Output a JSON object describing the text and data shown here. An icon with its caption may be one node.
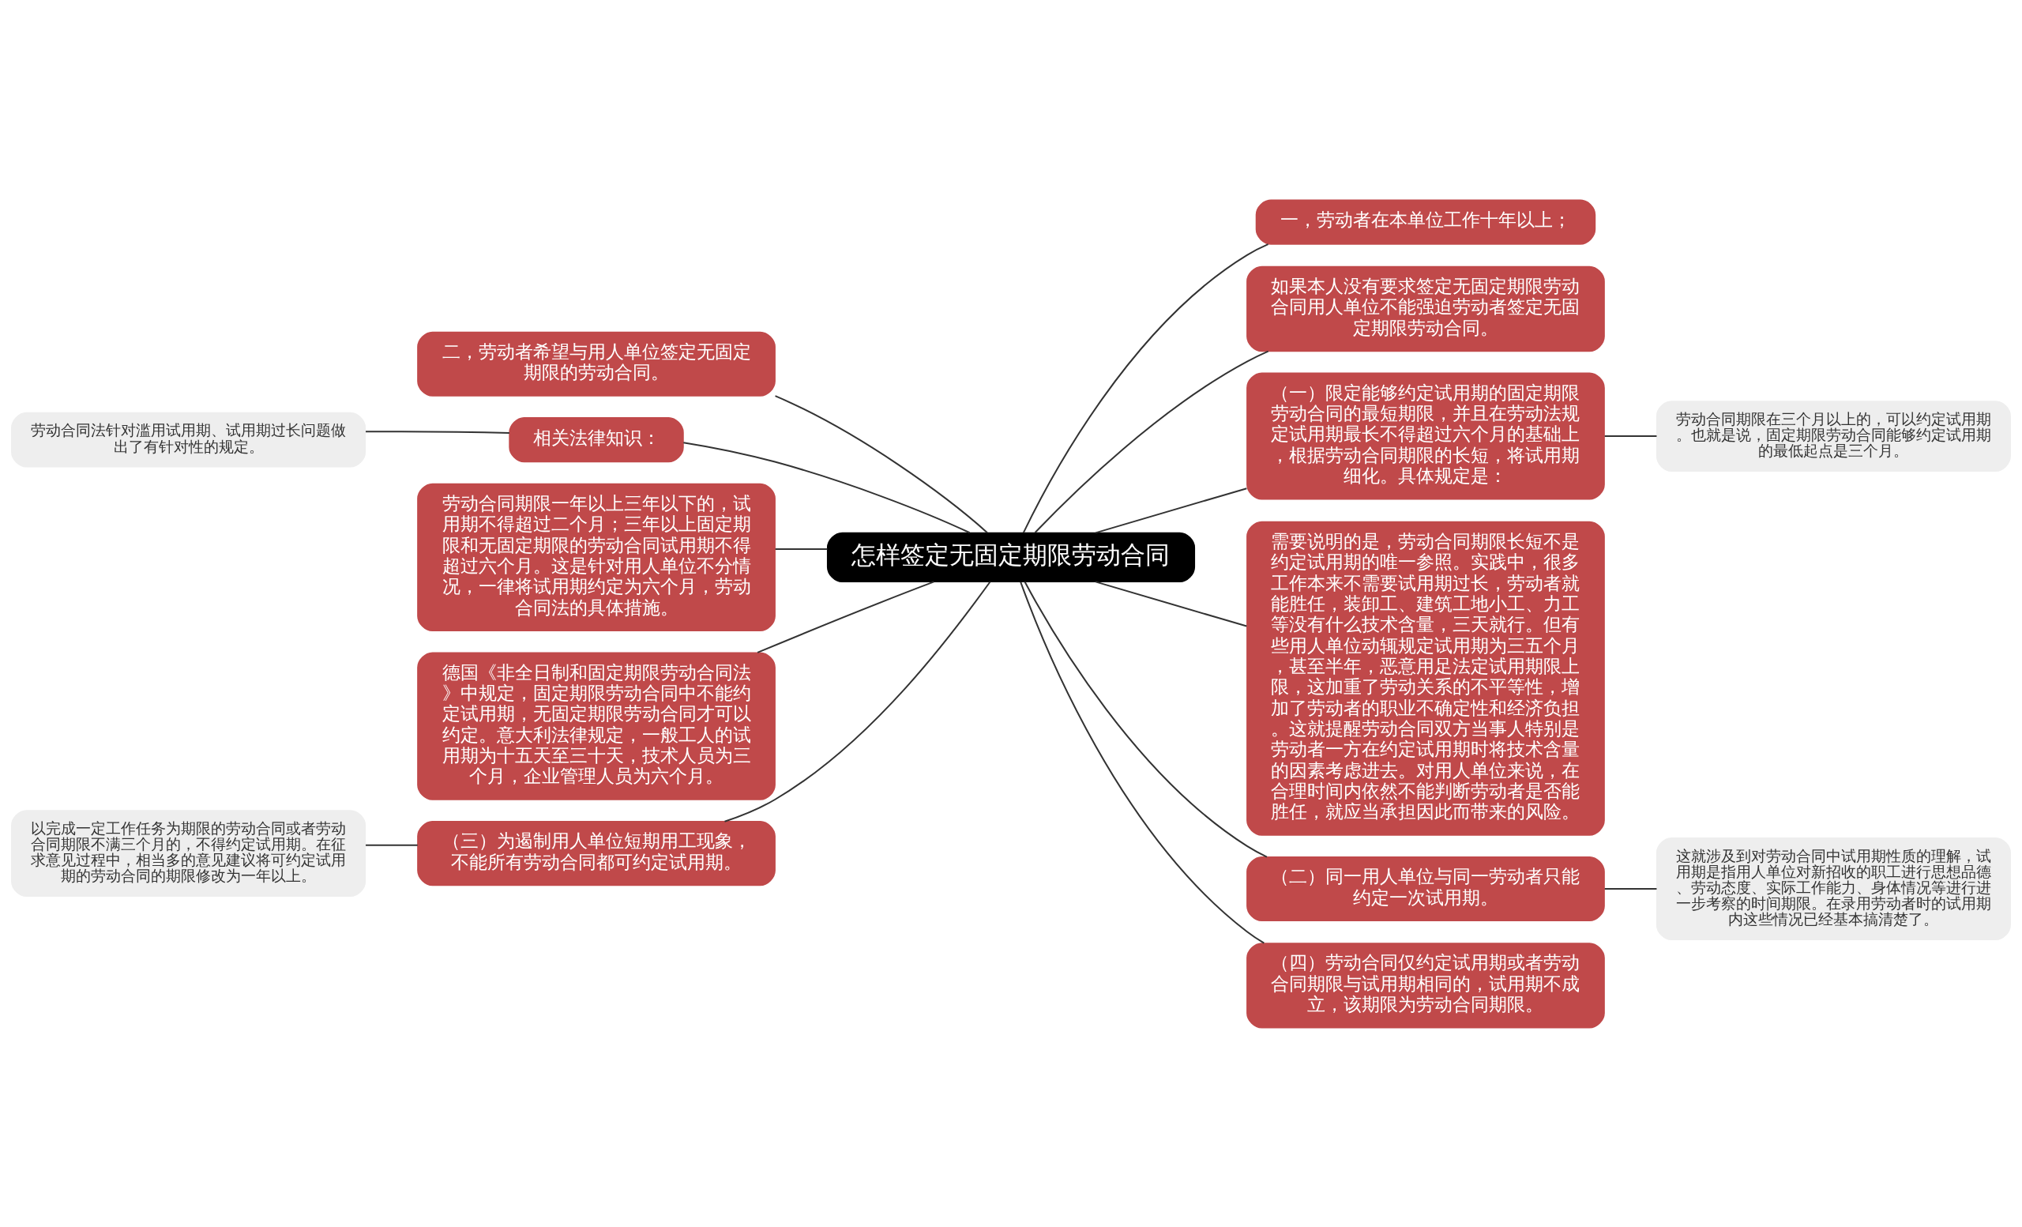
{
  "diagram": {
    "nodes": [
      {
        "text": [
          "怎样签定无固定期限劳动合同"
        ]
      },
      {
        "text": [
          "一，劳动者在本单位工作十年以上；"
        ]
      },
      {
        "text": [
          "如果本人没有要求签定无固定期限劳动合同用人单位不能强迫劳动者签定无固定期限劳动合同。"
        ]
      },
      {
        "text": [
          "（一）限定能够约定试用期的固定期限劳动合同的最短期限，并且在劳动法规定试用期最长不得超过六个月的基础上，根据劳动合同期限的长短，将试用期细化。具体规定是："
        ]
      },
      {
        "text": [
          "劳动合同期限在三个月以上的，可以约定试用期。也就是说，固定期限劳动合同能够约定试用期的最低起点是三个月。"
        ]
      },
      {
        "text": [
          "需要说明的是，劳动合同期限长短不是约定试用期的唯一参照。实践中，很多工作本来不需要试用期过长，劳动者就能胜任，装卸工、建筑工地小工、力工等没有什么技术含量，三天就行。但有些用人单位动辄规定试用期为三五个月，甚至半年，恶意用足法定试用期限上限，这加重了劳动关系的不平等性，增加了劳动者的职业不确定性和经济负担。这就提醒劳动合同双方当事人特别是劳动者一方在约定试用期时将技术含量的因素考虑进去。对用人单位来说，在合理时间内依然不能判断劳动者是否能胜任，就应当承担因此而带来的风险。"
        ]
      },
      {
        "text": [
          "（二）同一用人单位与同一劳动者只能约定一次试用期。"
        ]
      },
      {
        "text": [
          "这就涉及到对劳动合同中试用期性质的理解，试用期是指用人单位对新招收的职工进行思想品德、劳动态度、实际工作能力、身体情况等进行进一步考察的时间期限。在录用劳动者时的试用期内这些情况已经基本搞清楚了。"
        ]
      },
      {
        "text": [
          "（四）劳动合同仅约定试用期或者劳动合同期限与试用期相同的，试用期不成立，该期限为劳动合同期限。"
        ]
      },
      {
        "text": [
          "二，劳动者希望与用人单位签定无固定期限的劳动合同。"
        ]
      },
      {
        "text": [
          "相关法律知识："
        ]
      },
      {
        "text": [
          "劳动合同法针对滥用试用期、试用期过长问题做出了有针对性的规定。"
        ]
      },
      {
        "text": [
          "劳动合同期限一年以上三年以下的，试用期不得超过二个月；三年以上固定期限和无固定期限的劳动合同试用期不得超过六个月。这是针对用人单位不分情况，一律将试用期约定为六个月，劳动合同法的具体措施。"
        ]
      },
      {
        "text": [
          "德国《非全日制和固定期限劳动合同法》中规定，固定期限劳动合同中不能约定试用期，无固定期限劳动合同才可以约定。意大利法律规定，一般工人的试用期为十五天至三十天，技术人员为三个月，企业管理人员为六个月。"
        ]
      },
      {
        "text": [
          "（三）为遏制用人单位短期用工现象，不能所有劳动合同都可约定试用期。"
        ]
      },
      {
        "text": [
          "以完成一定工作任务为期限的劳动合同或者劳动合同期限不满三个月的，不得约定试用期。在征求意见过程中，相当多的意见建议将可约定试用期的劳动合同的期限修改为一年以上。"
        ]
      }
    ],
    "edges": [
      {
        "from": 0,
        "to": 1,
        "arrow": "none"
      },
      {
        "from": 0,
        "to": 2,
        "arrow": "none"
      },
      {
        "from": 0,
        "to": 3,
        "arrow": "none"
      },
      {
        "from": 3,
        "to": 4,
        "arrow": "none"
      },
      {
        "from": 0,
        "to": 5,
        "arrow": "none"
      },
      {
        "from": 0,
        "to": 6,
        "arrow": "none"
      },
      {
        "from": 6,
        "to": 7,
        "arrow": "none"
      },
      {
        "from": 0,
        "to": 8,
        "arrow": "none"
      },
      {
        "from": 0,
        "to": 9,
        "arrow": "none"
      },
      {
        "from": 0,
        "to": 10,
        "arrow": "none"
      },
      {
        "from": 10,
        "to": 11,
        "arrow": "none"
      },
      {
        "from": 0,
        "to": 12,
        "arrow": "none"
      },
      {
        "from": 0,
        "to": 13,
        "arrow": "none"
      },
      {
        "from": 0,
        "to": 14,
        "arrow": "none"
      },
      {
        "from": 14,
        "to": 15,
        "arrow": "none"
      }
    ]
  }
}
